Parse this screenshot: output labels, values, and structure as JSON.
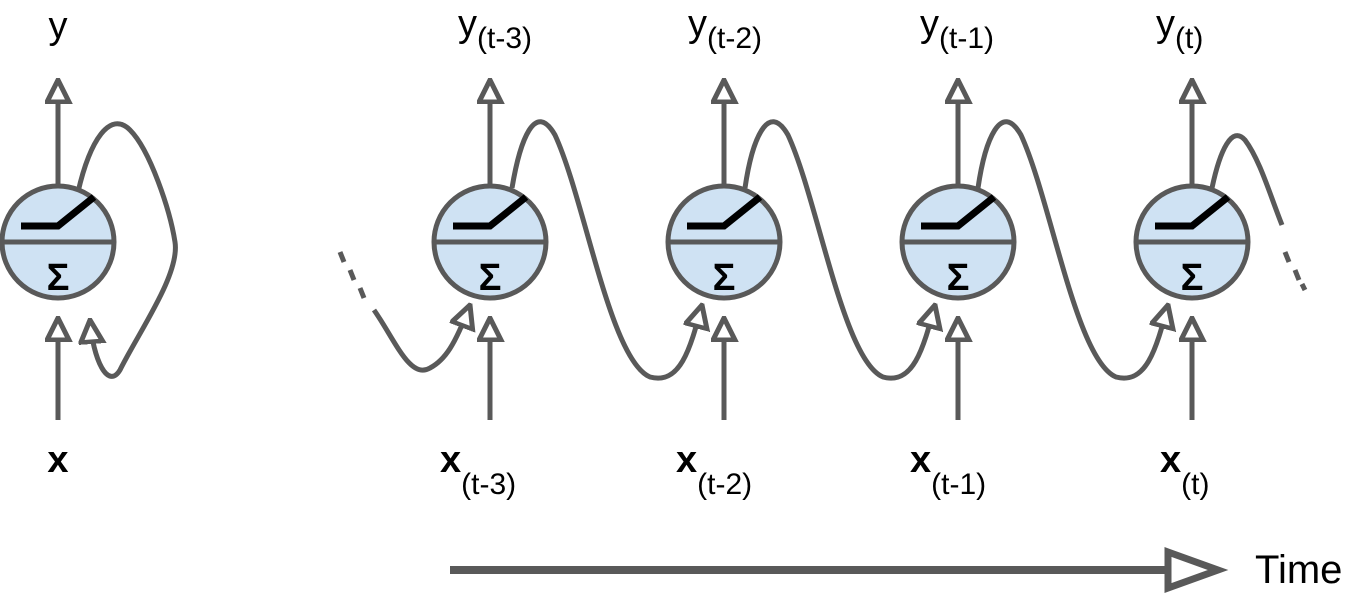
{
  "unrolled_label": {
    "output": "y",
    "input": "x"
  },
  "steps": [
    {
      "output": "y",
      "output_sub": "(t-3)",
      "input": "x",
      "input_sub": "(t-3)"
    },
    {
      "output": "y",
      "output_sub": "(t-2)",
      "input": "x",
      "input_sub": "(t-2)"
    },
    {
      "output": "y",
      "output_sub": "(t-1)",
      "input": "x",
      "input_sub": "(t-1)"
    },
    {
      "output": "y",
      "output_sub": "(t)",
      "input": "x",
      "input_sub": "(t)"
    }
  ],
  "neuron_symbols": {
    "sum": "Σ",
    "activation": "relu-icon"
  },
  "time_axis": {
    "label": "Time"
  },
  "colors": {
    "stroke": "#595959",
    "neuron_fill": "#cfe2f3",
    "symbol": "#000000"
  }
}
